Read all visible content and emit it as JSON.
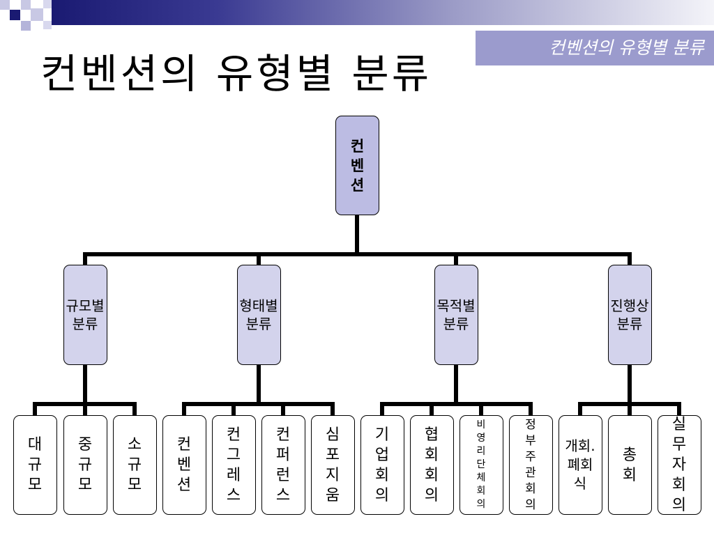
{
  "header": {
    "tag": "컨벤션의 유형별 분류",
    "title": "컨벤션의 유형별 분류"
  },
  "colors": {
    "header_gradient_dark": "#1a1a72",
    "header_tag_bg": "#9b9bcd",
    "root_fill": "#bcbce3",
    "category_fill": "#d3d3ec",
    "leaf_fill": "#ffffff",
    "connector": "#000000"
  },
  "tree": {
    "root": "컨벤션",
    "categories": [
      {
        "label": "규모별분류",
        "children": [
          "대규모",
          "중규모",
          "소규모"
        ]
      },
      {
        "label": "형태별분류",
        "children": [
          "컨벤션",
          "컨그레스",
          "컨퍼런스",
          "심포지움"
        ]
      },
      {
        "label": "목적별분류",
        "children": [
          "기업회의",
          "협회회의",
          "비영리단체회의",
          "정부주관회의"
        ]
      },
      {
        "label": "진행상분류",
        "children": [
          "개회.폐회식",
          "총회",
          "실무자회의"
        ]
      }
    ]
  }
}
